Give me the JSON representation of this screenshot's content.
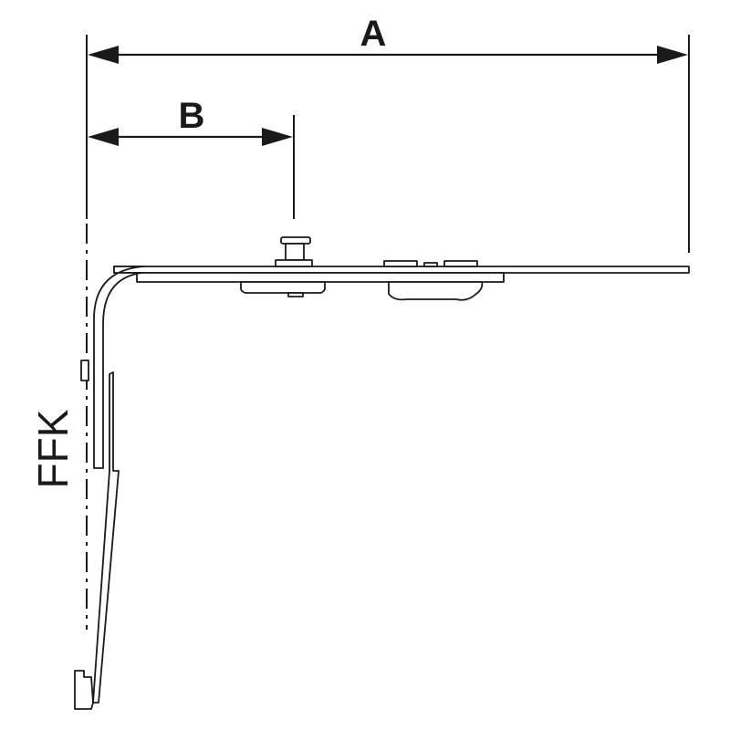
{
  "labels": {
    "dimension_a": "A",
    "dimension_b": "B",
    "ffk": "FFK"
  },
  "colors": {
    "line": "#1a1a1a",
    "background": "#ffffff"
  }
}
